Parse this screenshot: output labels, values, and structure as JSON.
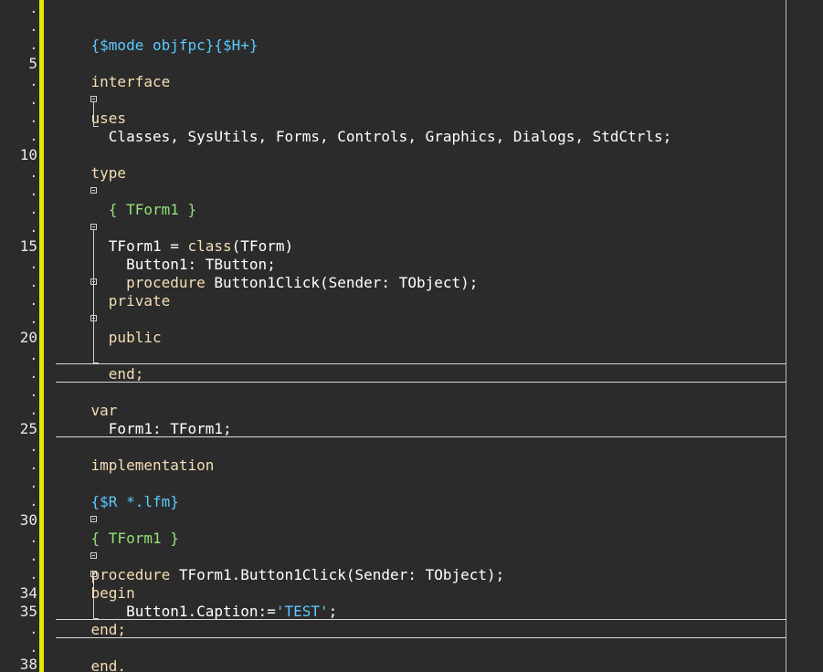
{
  "editor": {
    "colors": {
      "background": "#2b2b2b",
      "gutter_bar": "#e6e600",
      "keyword": "#f5deb3",
      "directive": "#5cc8ff",
      "comment": "#93e07a",
      "string": "#5cc8ff",
      "text": "#ffffff"
    },
    "line_numbers": {
      "l1": ".",
      "l2": ".",
      "l3": ".",
      "l4": ".",
      "l5": "5",
      "l6": ".",
      "l7": ".",
      "l8": ".",
      "l9": ".",
      "l10": "10",
      "l11": ".",
      "l12": ".",
      "l13": ".",
      "l14": ".",
      "l15": "15",
      "l16": ".",
      "l17": ".",
      "l18": ".",
      "l19": ".",
      "l20": "20",
      "l21": ".",
      "l22": ".",
      "l23": ".",
      "l24": ".",
      "l25": "25",
      "l26": ".",
      "l27": ".",
      "l28": ".",
      "l29": ".",
      "l30": "30",
      "l31": ".",
      "l32": ".",
      "l33": ".",
      "l34": "34",
      "l35": "35",
      "l36": ".",
      "l37": ".",
      "l38": "38"
    },
    "code": {
      "l2": {
        "t1": "{$mode objfpc}{$H+}"
      },
      "l4": {
        "t1": "interface"
      },
      "l6": {
        "t1": "uses"
      },
      "l7": {
        "t1": "  Classes, SysUtils, Forms, Controls, Graphics, Dialogs, StdCtrls;"
      },
      "l9": {
        "t1": "type"
      },
      "l11": {
        "t1": "  { TForm1 }"
      },
      "l13": {
        "t1": "  TForm1 = ",
        "t2": "class",
        "t3": "(TForm)"
      },
      "l14": {
        "t1": "    Button1: TButton;"
      },
      "l15": {
        "t1": "    procedure",
        "t2": " Button1Click(Sender: TObject);"
      },
      "l16": {
        "t1": "  private"
      },
      "l18": {
        "t1": "  public"
      },
      "l20": {
        "t1": "  end;"
      },
      "l22": {
        "t1": "var"
      },
      "l23": {
        "t1": "  Form1: TForm1;"
      },
      "l25": {
        "t1": "implementation"
      },
      "l27": {
        "t1": "{$R *.lfm}"
      },
      "l29": {
        "t1": "{ TForm1 }"
      },
      "l31": {
        "t1": "procedure",
        "t2": " TForm1.Button1Click(Sender: TObject);"
      },
      "l32": {
        "t1": "begin"
      },
      "l33": {
        "t1": "    Button1.Caption:=",
        "t2": "'TEST'",
        "t3": ";"
      },
      "l34": {
        "t1": "end;"
      },
      "l36": {
        "t1": "end."
      }
    }
  }
}
